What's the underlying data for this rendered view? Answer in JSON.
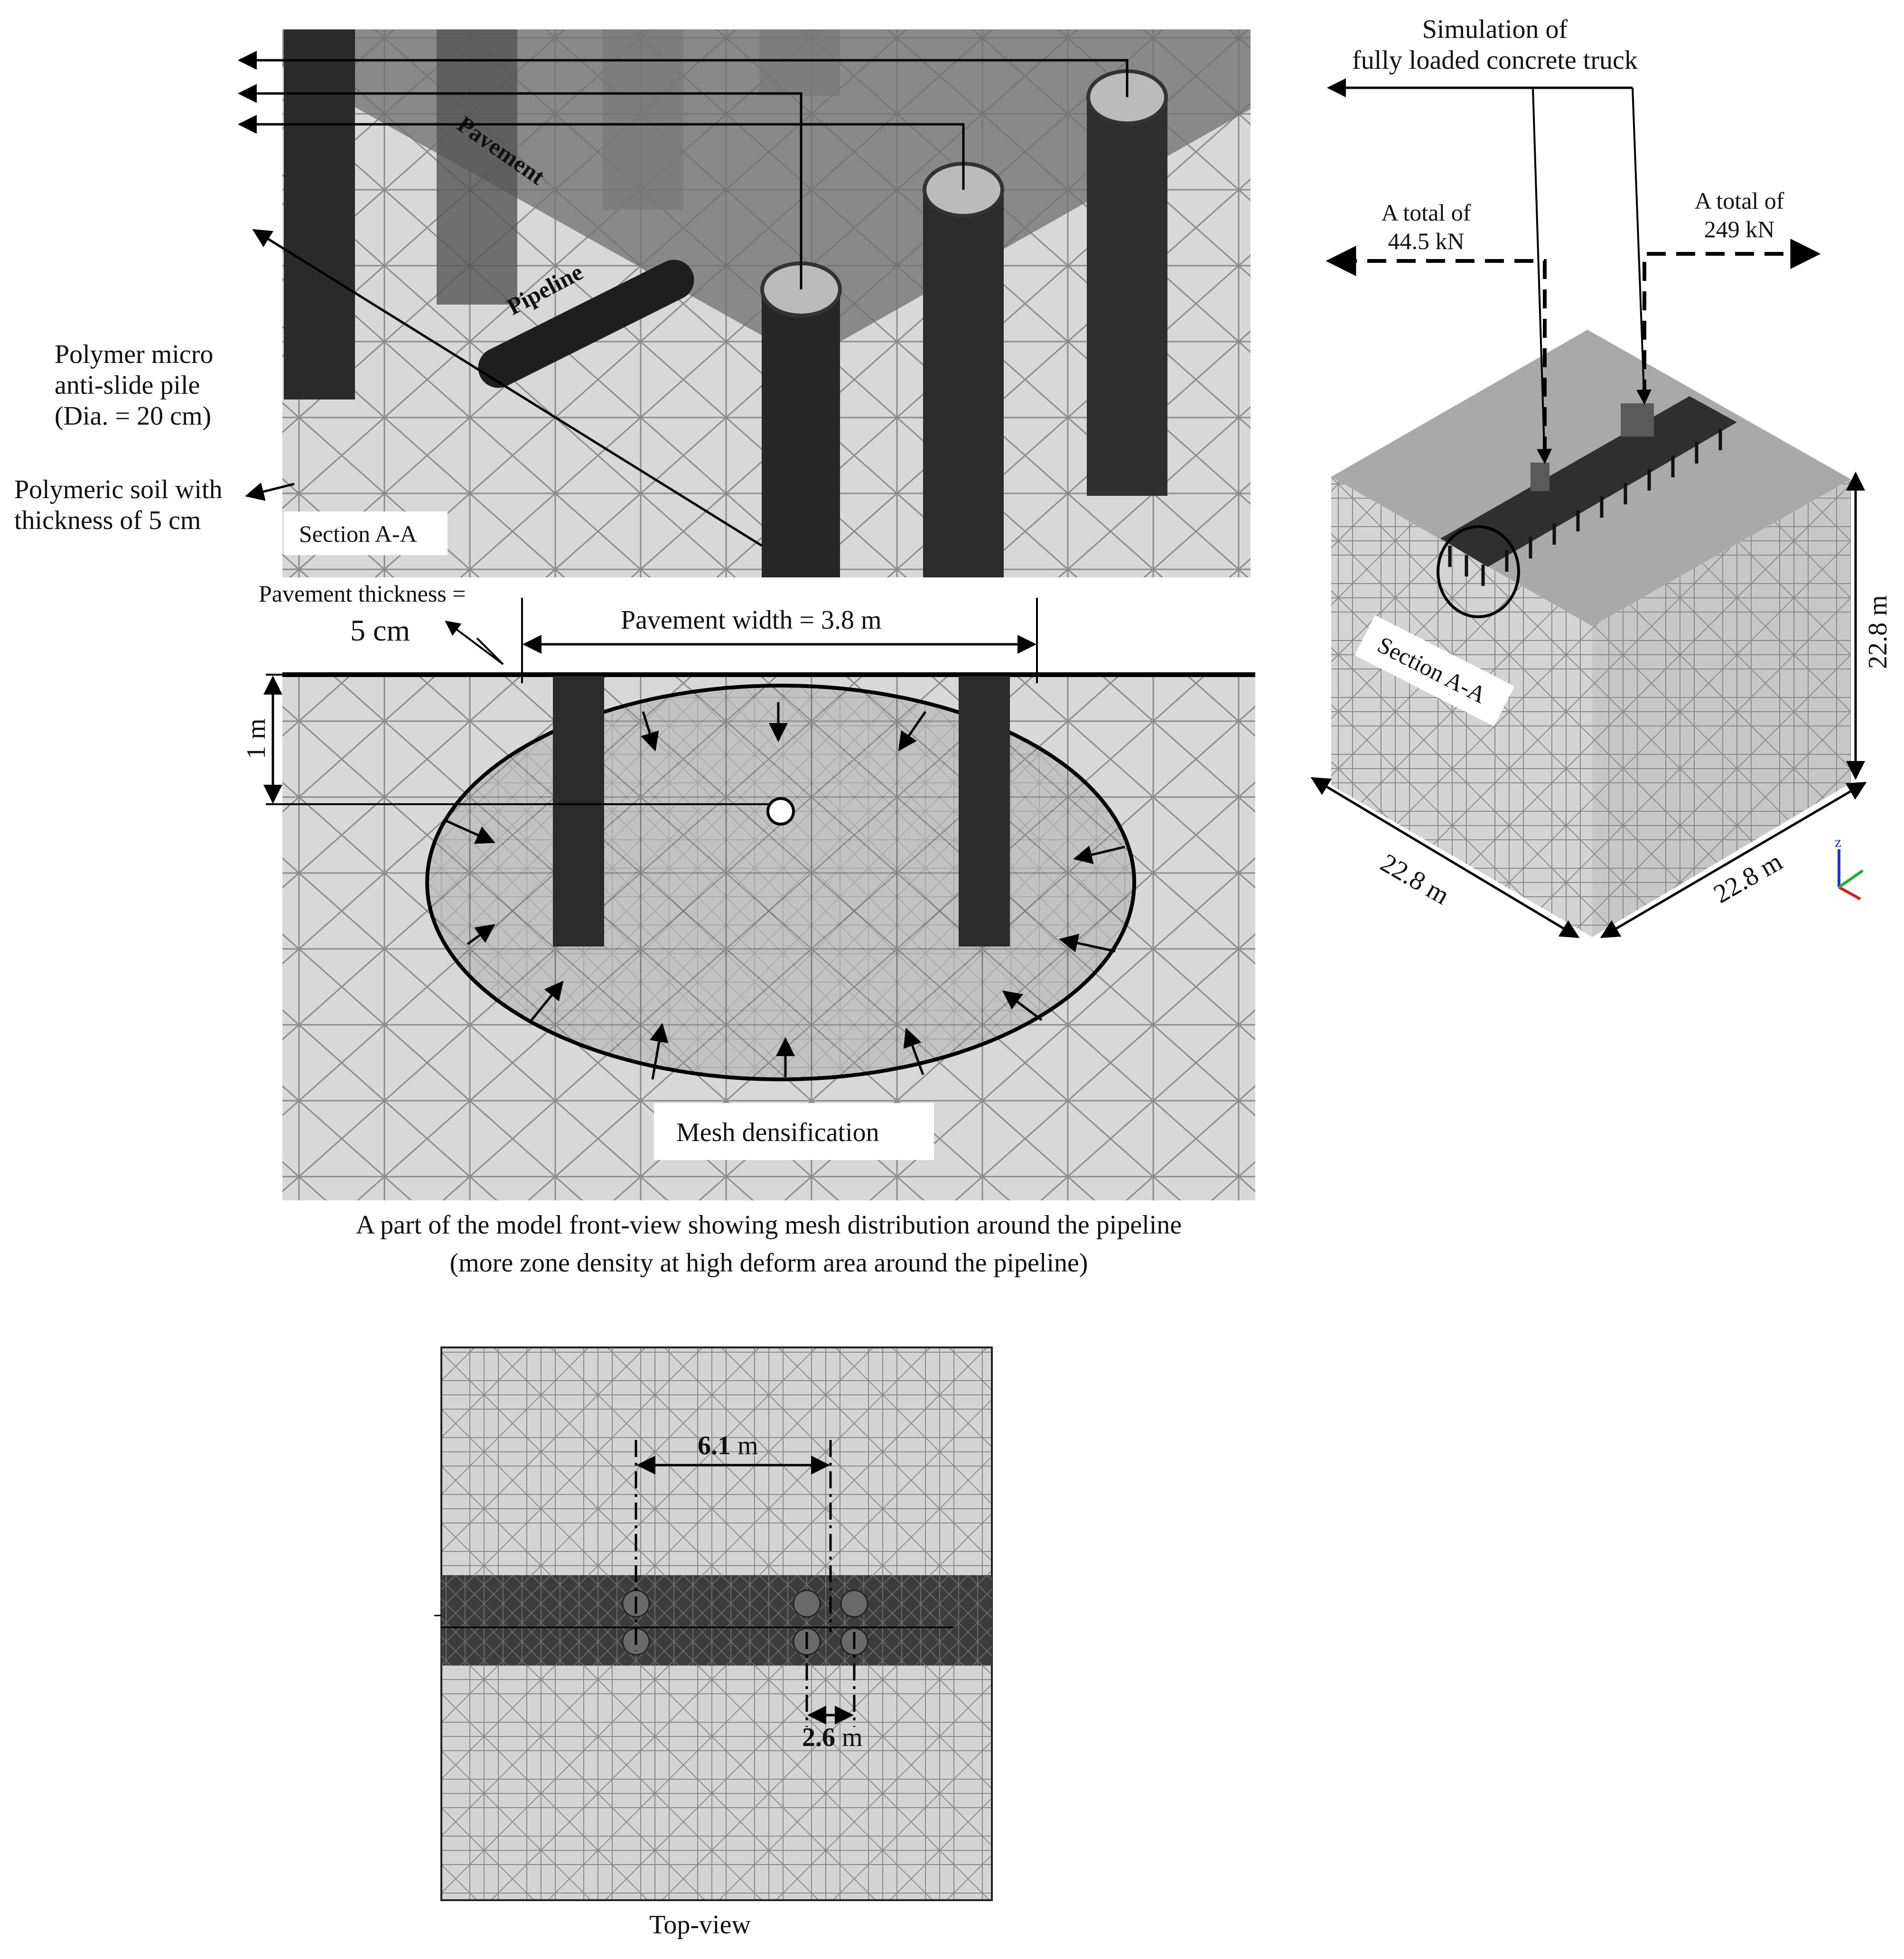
{
  "section_3d": {
    "pile_label": [
      "Polymer micro",
      "anti-slide pile",
      "(Dia. = 20 cm)"
    ],
    "polymeric_soil_label": [
      "Polymeric soil with",
      "thickness of 5 cm"
    ],
    "pavement_label": "Pavement",
    "pipeline_label": "Pipeline",
    "section_tag": "Section A-A"
  },
  "front_view": {
    "pavement_thickness_label": "Pavement thickness =",
    "pavement_thickness_value": "5 cm",
    "pavement_width_label": "Pavement width = 3.8 m",
    "depth_label": "1 m",
    "mesh_label": "Mesh densification",
    "caption": [
      "A part of the model front-view showing mesh distribution around the pipeline",
      "(more zone density at high deform area around the pipeline)"
    ]
  },
  "model_3d": {
    "truck_label": [
      "Simulation of",
      "fully loaded concrete truck"
    ],
    "load_left": [
      "A total of",
      "44.5 kN"
    ],
    "load_right": [
      "A total of",
      "249 kN"
    ],
    "section_tag": "Section A-A",
    "height_label": "22.8 m",
    "width_left_label": "22.8 m",
    "width_right_label": "22.8 m",
    "axis_z": "z"
  },
  "top_view": {
    "dim_top_value": "6.1",
    "dim_top_unit": " m",
    "dim_bottom_value": "2.6",
    "dim_bottom_unit": " m",
    "caption": "Top-view"
  },
  "colors": {
    "mesh_bg": "#d6d6d6",
    "mesh_line": "#8a8a8a",
    "pile_dark": "#2b2b2b",
    "pavement_band": "#3a3a3a"
  }
}
